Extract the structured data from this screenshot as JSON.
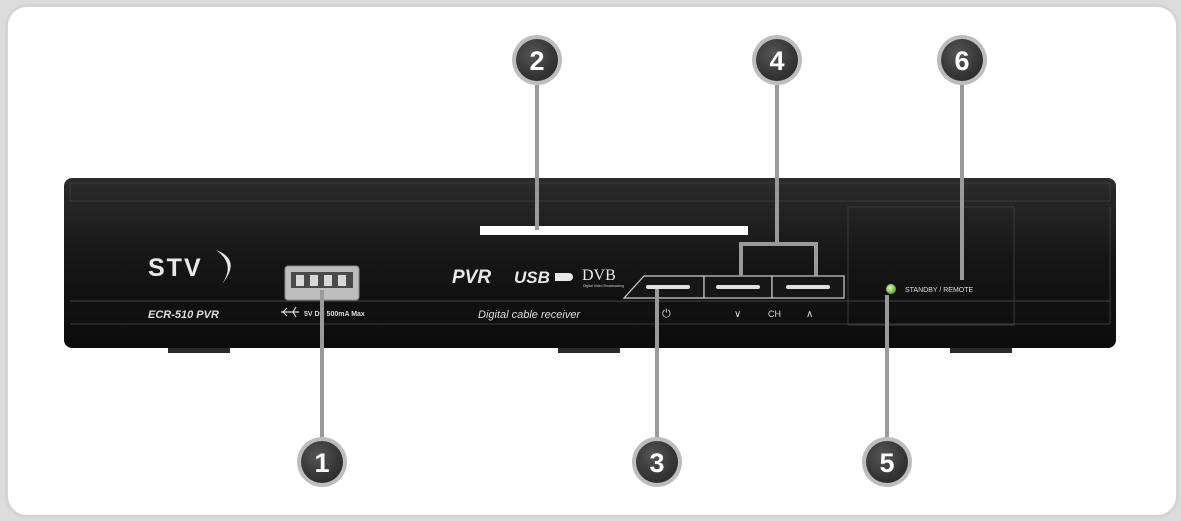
{
  "device": {
    "brand": "STV",
    "model": "ECR-510 PVR",
    "usb_label": "5V DC 500mA Max",
    "pvr_logo": "PVR",
    "usb_logo": "USB",
    "dvb_logo": "DVB",
    "dvb_tagline": "Digital Video Broadcasting",
    "description": "Digital cable receiver",
    "button_labels": {
      "power": "⏻",
      "down": "∨",
      "ch": "CH",
      "up": "∧"
    },
    "led_label": "STANDBY / REMOTE"
  },
  "callouts": [
    "1",
    "2",
    "3",
    "4",
    "5",
    "6"
  ],
  "colors": {
    "body": "#1a1a1a",
    "callout": "#3a3a3a",
    "leader": "#9a9a9a",
    "led": "#8fd14f"
  }
}
